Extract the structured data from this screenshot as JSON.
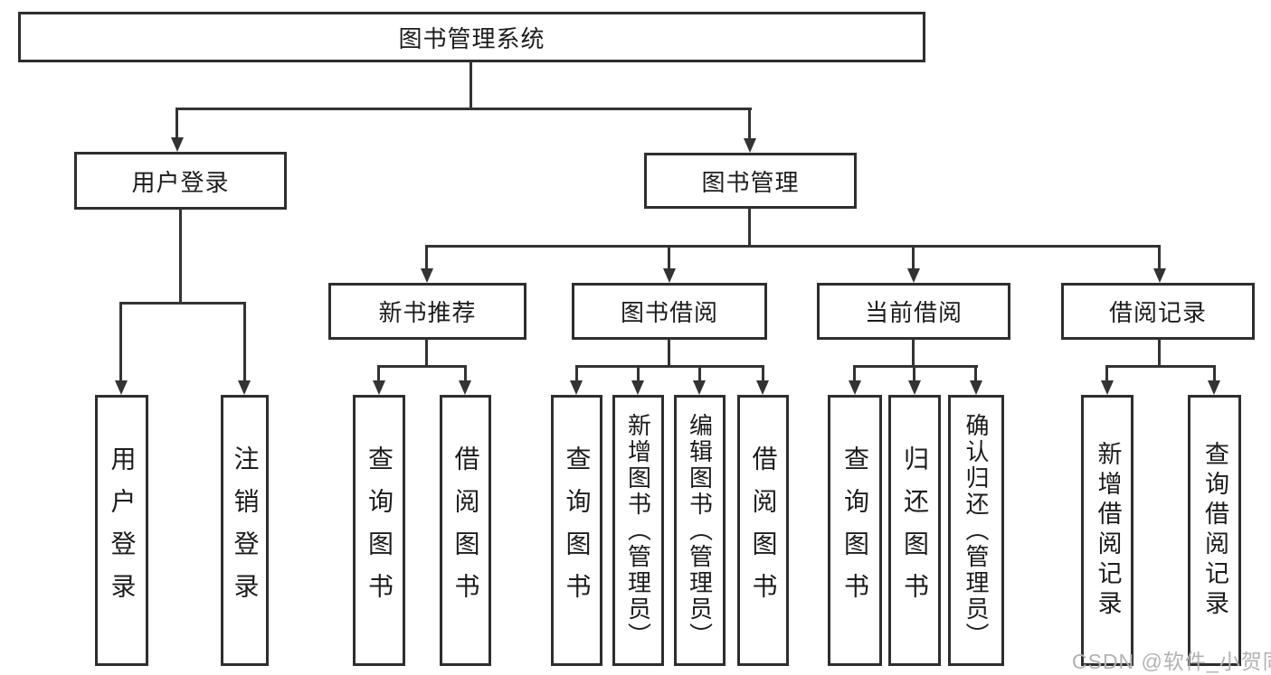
{
  "tree": {
    "label": "图书管理系统",
    "children": [
      {
        "label": "用户登录",
        "children": [
          {
            "label": "用户登录"
          },
          {
            "label": "注销登录"
          }
        ]
      },
      {
        "label": "图书管理",
        "children": [
          {
            "label": "新书推荐",
            "children": [
              {
                "label": "查询图书"
              },
              {
                "label": "借阅图书"
              }
            ]
          },
          {
            "label": "图书借阅",
            "children": [
              {
                "label": "查询图书"
              },
              {
                "label": "新增图书（管理员）"
              },
              {
                "label": "编辑图书（管理员）"
              },
              {
                "label": "借阅图书"
              }
            ]
          },
          {
            "label": "当前借阅",
            "children": [
              {
                "label": "查询图书"
              },
              {
                "label": "归还图书"
              },
              {
                "label": "确认归还（管理员）"
              }
            ]
          },
          {
            "label": "借阅记录",
            "children": [
              {
                "label": "新增借阅记录"
              },
              {
                "label": "查询借阅记录"
              }
            ]
          }
        ]
      }
    ]
  },
  "watermark": "CSDN @软件_小贺同学",
  "colors": {
    "line": "#333333",
    "box_border": "#2e2e2e",
    "text": "#1c1c1c",
    "watermark": "#b2b2b2",
    "background": "#ffffff"
  }
}
